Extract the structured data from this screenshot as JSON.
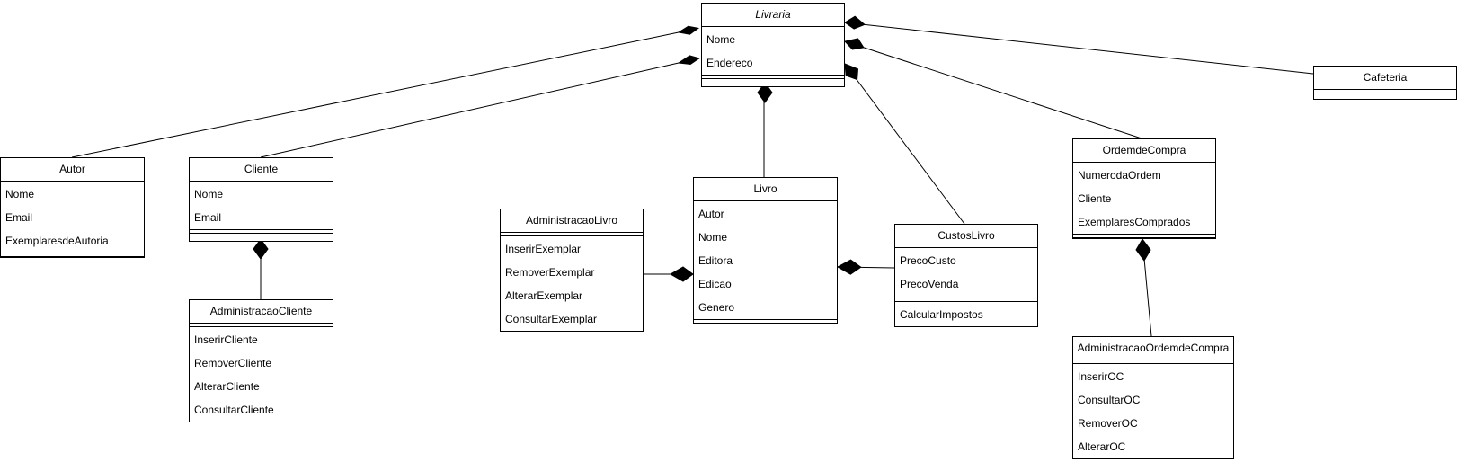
{
  "classes": {
    "livraria": {
      "name": "Livraria",
      "attributes": [
        "Nome",
        "Endereco"
      ],
      "operations": []
    },
    "autor": {
      "name": "Autor",
      "attributes": [
        "Nome",
        "Email",
        "ExemplaresdeAutoria"
      ],
      "operations": []
    },
    "cliente": {
      "name": "Cliente",
      "attributes": [
        "Nome",
        "Email"
      ],
      "operations": []
    },
    "administracao_cliente": {
      "name": "AdministracaoCliente",
      "attributes": [],
      "operations": [
        "InserirCliente",
        "RemoverCliente",
        "AlterarCliente",
        "ConsultarCliente"
      ]
    },
    "livro": {
      "name": "Livro",
      "attributes": [
        "Autor",
        "Nome",
        "Editora",
        "Edicao",
        "Genero"
      ],
      "operations": []
    },
    "administracao_livro": {
      "name": "AdministracaoLivro",
      "attributes": [],
      "operations": [
        "InserirExemplar",
        "RemoverExemplar",
        "AlterarExemplar",
        "ConsultarExemplar"
      ]
    },
    "custos_livro": {
      "name": "CustosLivro",
      "attributes": [
        "PrecoCusto",
        "PrecoVenda"
      ],
      "operations": [
        "CalcularImpostos"
      ]
    },
    "ordem_de_compra": {
      "name": "OrdemdeCompra",
      "attributes": [
        "NumerodaOrdem",
        "Cliente",
        "ExemplaresComprados"
      ],
      "operations": []
    },
    "administracao_ordem_de_compra": {
      "name": "AdministracaoOrdemdeCompra",
      "attributes": [],
      "operations": [
        "InserirOC",
        "ConsultarOC",
        "RemoverOC",
        "AlterarOC"
      ]
    },
    "cafeteria": {
      "name": "Cafeteria",
      "attributes": [],
      "operations": []
    }
  },
  "relations": [
    {
      "whole": "Livraria",
      "part": "Autor",
      "kind": "composition"
    },
    {
      "whole": "Livraria",
      "part": "Cliente",
      "kind": "composition"
    },
    {
      "whole": "Livraria",
      "part": "Livro",
      "kind": "composition"
    },
    {
      "whole": "Livraria",
      "part": "CustosLivro",
      "kind": "composition"
    },
    {
      "whole": "Livraria",
      "part": "OrdemdeCompra",
      "kind": "composition"
    },
    {
      "whole": "Livraria",
      "part": "Cafeteria",
      "kind": "composition"
    },
    {
      "whole": "Cliente",
      "part": "AdministracaoCliente",
      "kind": "composition"
    },
    {
      "whole": "Livro",
      "part": "AdministracaoLivro",
      "kind": "composition"
    },
    {
      "whole": "Livro",
      "part": "CustosLivro",
      "kind": "composition"
    },
    {
      "whole": "OrdemdeCompra",
      "part": "AdministracaoOrdemdeCompra",
      "kind": "composition"
    }
  ]
}
